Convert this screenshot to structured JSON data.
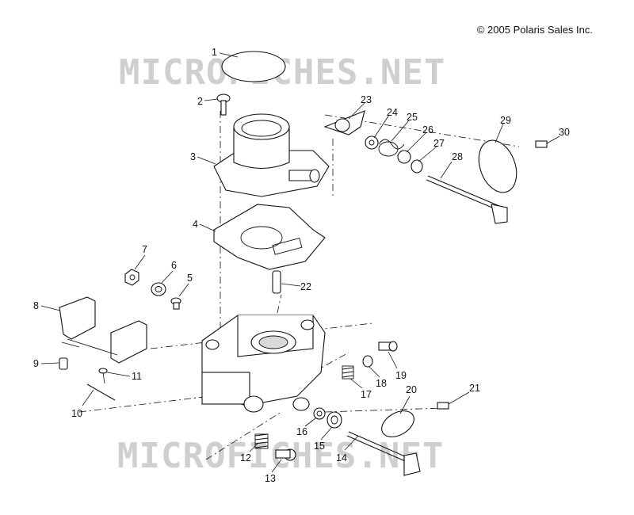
{
  "copyright": "© 2005 Polaris Sales Inc.",
  "watermarks": [
    "MICROFICHES.NET",
    "MICROFICHES.NET"
  ],
  "callouts": [
    "1",
    "2",
    "3",
    "4",
    "5",
    "6",
    "7",
    "8",
    "9",
    "10",
    "11",
    "12",
    "13",
    "14",
    "15",
    "16",
    "17",
    "18",
    "19",
    "20",
    "21",
    "22",
    "23",
    "24",
    "25",
    "26",
    "27",
    "28",
    "29",
    "30"
  ]
}
